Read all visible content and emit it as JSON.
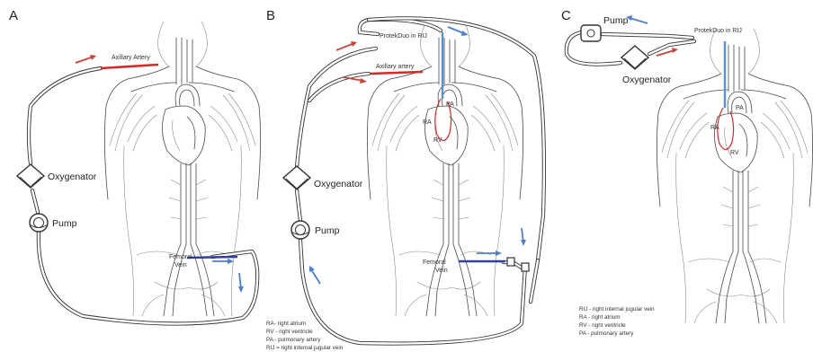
{
  "colors": {
    "arterial": "#d42a2a",
    "venous": "#2f3ea8",
    "flow_arrow_red": "#c8443a",
    "flow_arrow_blue": "#4d7fc4",
    "cannula_blue": "#5a8fd6",
    "sketch_line": "#4a4a4a"
  },
  "panels": [
    {
      "letter": "A",
      "labels": {
        "axillary": "Axillary Artery",
        "femoral_line1": "Femoral",
        "femoral_line2": "Vein",
        "oxygenator": "Oxygenator",
        "pump": "Pump"
      }
    },
    {
      "letter": "B",
      "labels": {
        "protek": "ProtekDuo in RIJ",
        "axillary": "Axillary artery",
        "pa": "PA",
        "ra": "RA",
        "rv": "RV",
        "femoral_line1": "Femoral",
        "femoral_line2": "Vein",
        "oxygenator": "Oxygenator",
        "pump": "Pump"
      },
      "legend": [
        "RA- right atrium",
        "RV - right ventricle",
        "PA - pulmonary artery",
        "RIJ = right internal jugular vein"
      ]
    },
    {
      "letter": "C",
      "labels": {
        "pump": "Pump",
        "protek": "ProtekDuo in RIJ",
        "oxygenator": "Oxygenator",
        "pa": "PA",
        "ra": "RA",
        "rv": "RV"
      },
      "legend": [
        "RIJ - right internal jugular vein",
        "RA - right atrium",
        "RV - right ventricle",
        "PA - pulmonary artery"
      ]
    }
  ]
}
